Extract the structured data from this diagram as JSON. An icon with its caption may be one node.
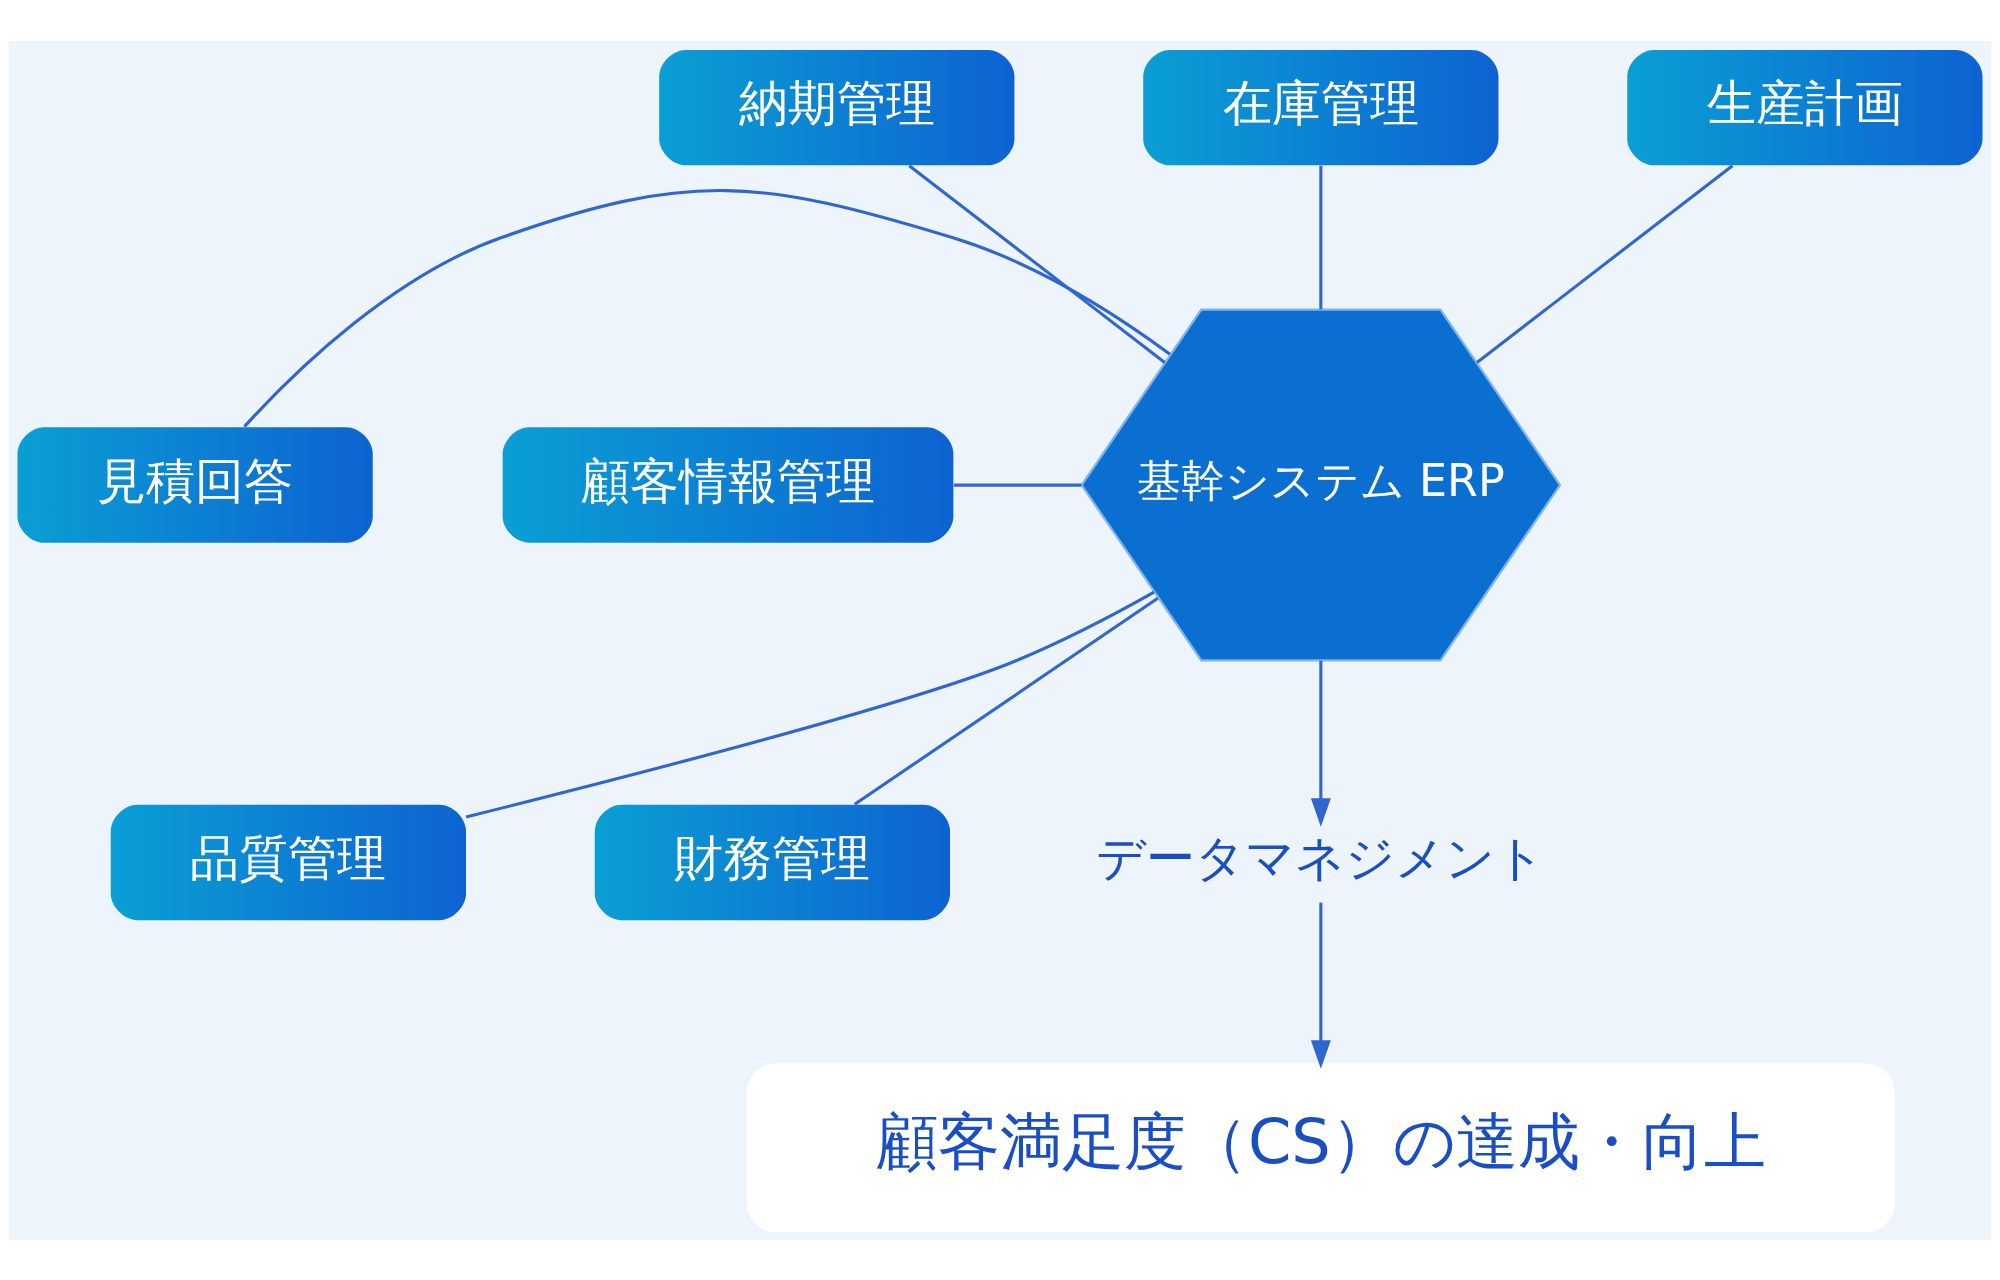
{
  "diagram": {
    "nodes": [
      {
        "text": [
          "納期管理"
        ]
      },
      {
        "text": [
          "在庫管理"
        ]
      },
      {
        "text": [
          "生産計画"
        ]
      },
      {
        "text": [
          "見積回答"
        ]
      },
      {
        "text": [
          "顧客情報管理"
        ]
      },
      {
        "text": [
          "品質管理"
        ]
      },
      {
        "text": [
          "財務管理"
        ]
      },
      {
        "text": [
          "基幹システム ERP"
        ]
      },
      {
        "text": [
          "データマネジメント"
        ]
      },
      {
        "text": [
          "顧客満足度（CS）の達成・向上"
        ]
      }
    ],
    "edges": [
      {
        "from": 0,
        "to": 7,
        "arrow": "none"
      },
      {
        "from": 1,
        "to": 7,
        "arrow": "none"
      },
      {
        "from": 2,
        "to": 7,
        "arrow": "none"
      },
      {
        "from": 3,
        "to": 7,
        "arrow": "none"
      },
      {
        "from": 4,
        "to": 7,
        "arrow": "none"
      },
      {
        "from": 5,
        "to": 7,
        "arrow": "none"
      },
      {
        "from": 6,
        "to": 7,
        "arrow": "none"
      },
      {
        "from": 7,
        "to": 8,
        "arrow": "to"
      },
      {
        "from": 8,
        "to": 9,
        "arrow": "to"
      }
    ]
  }
}
